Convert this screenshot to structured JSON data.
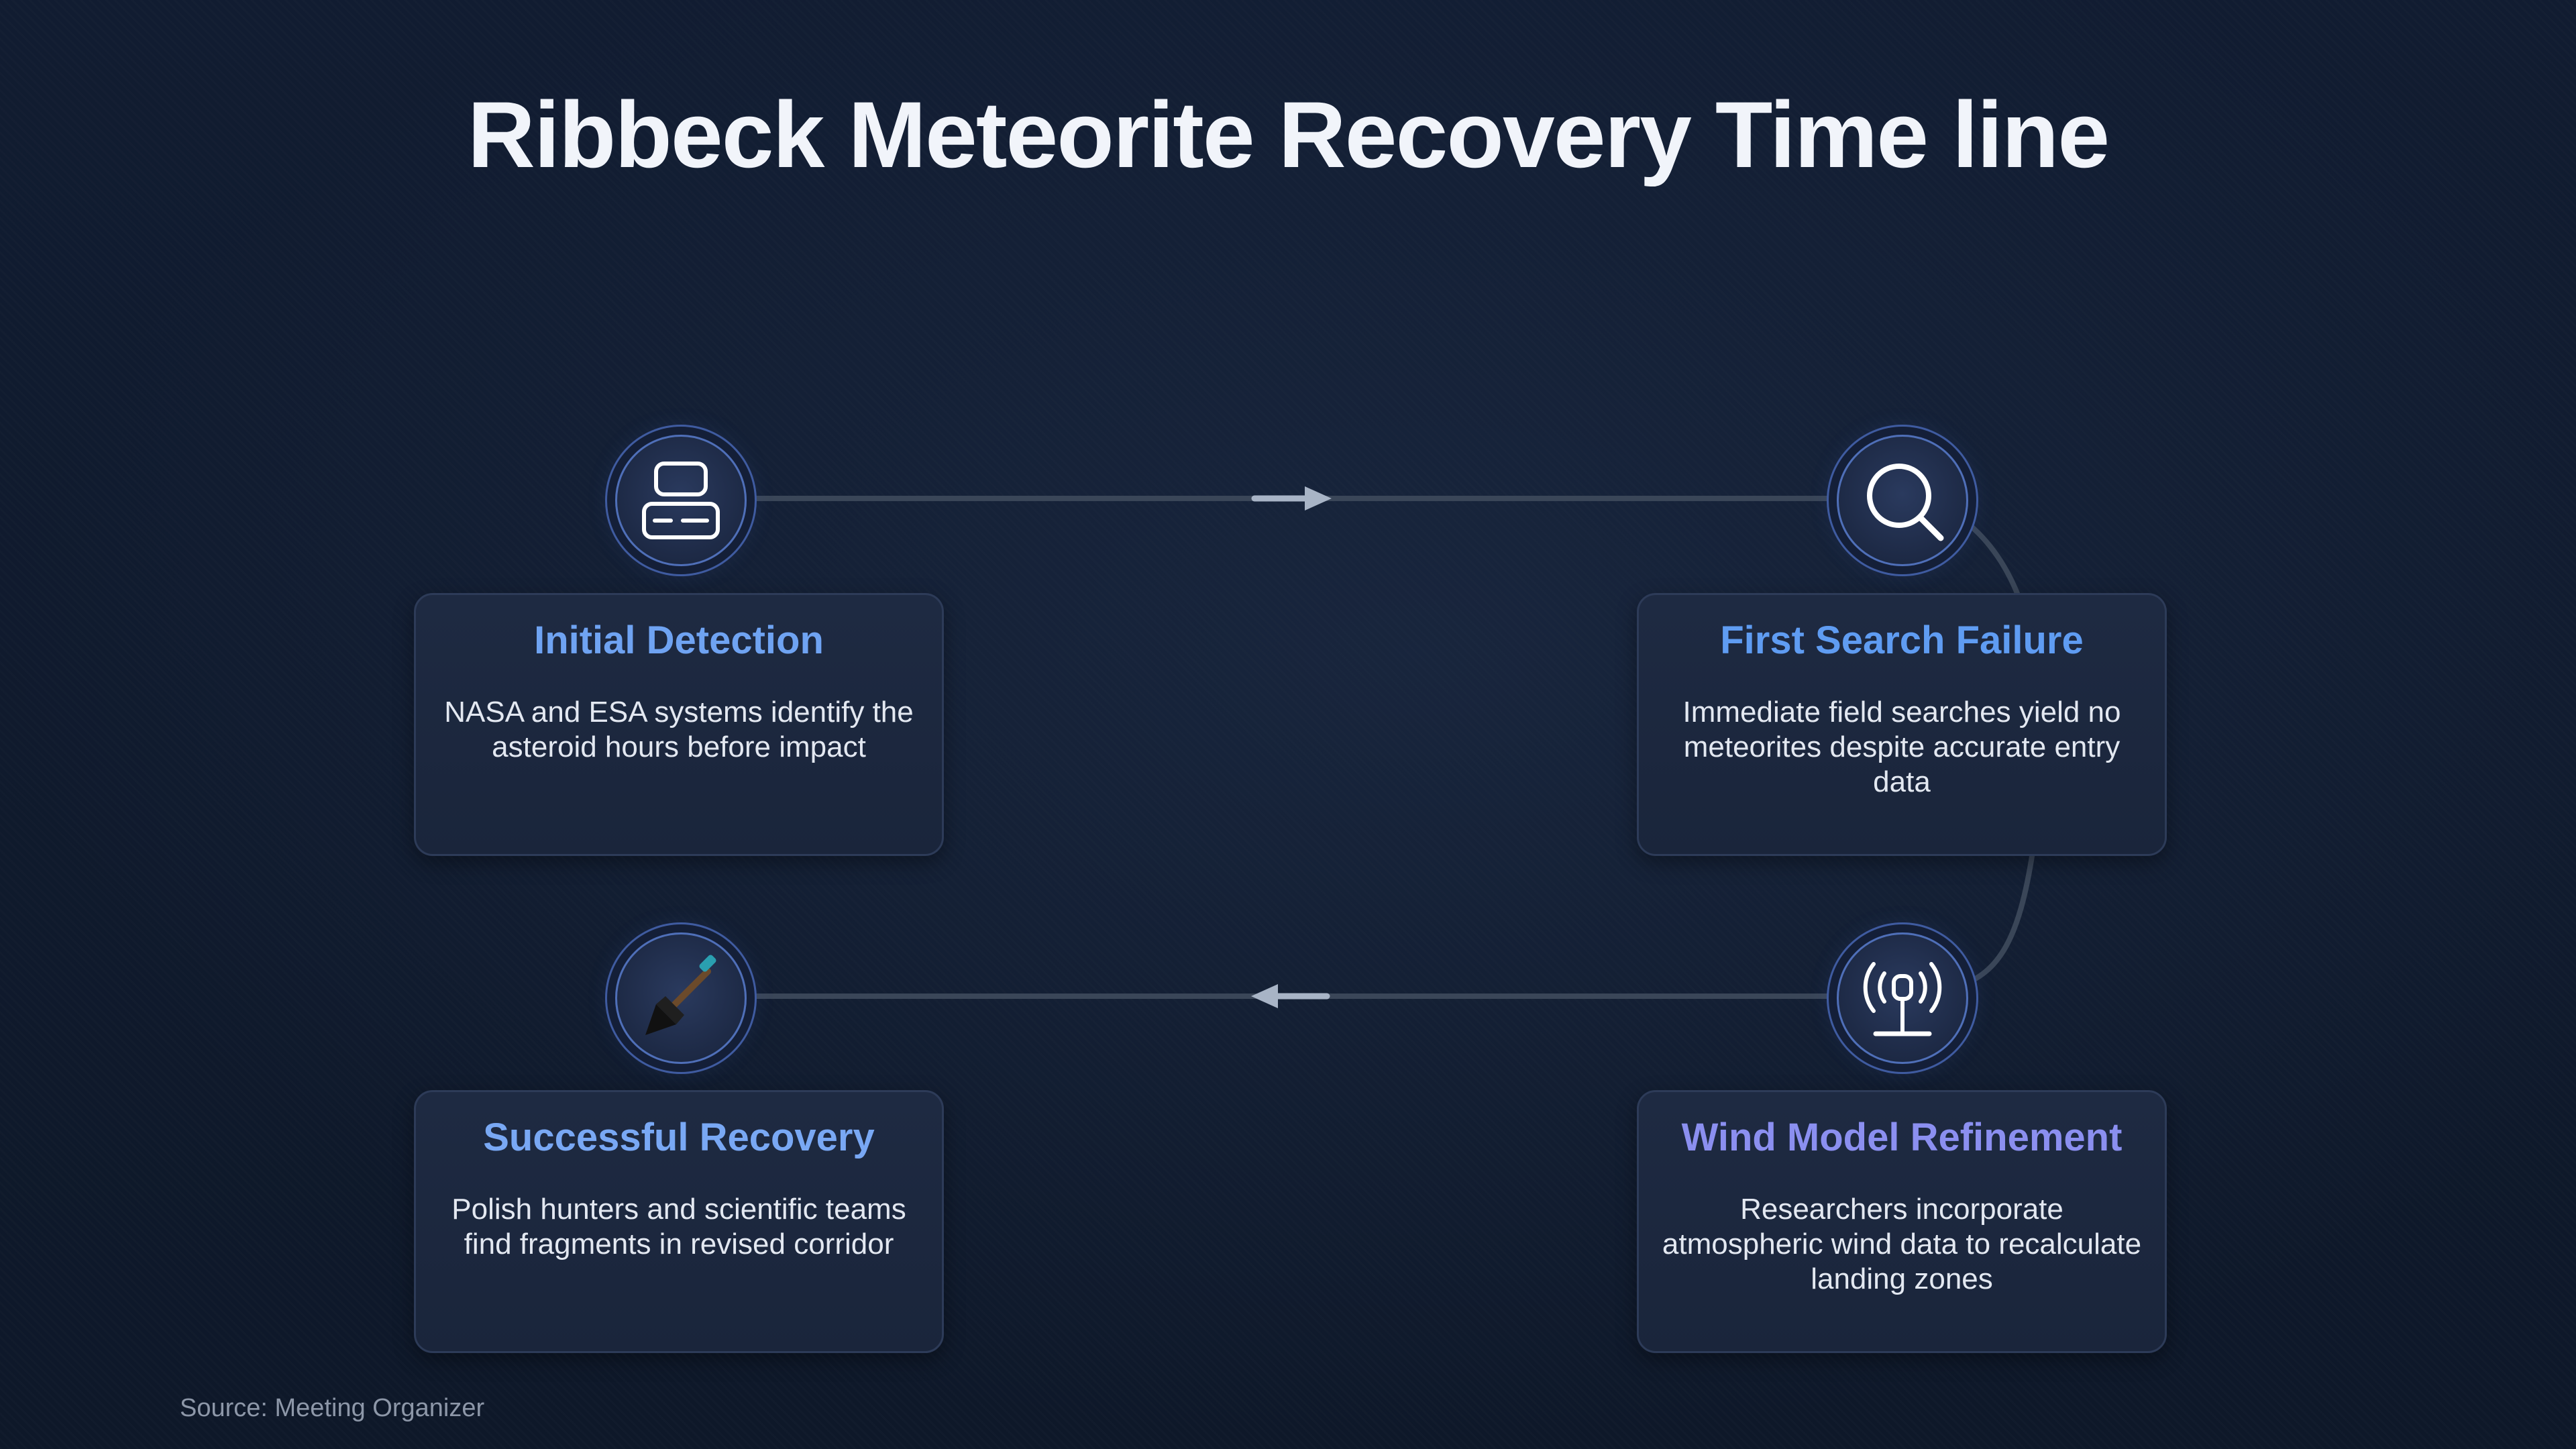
{
  "title": "Ribbeck Meteorite Recovery Time line",
  "source": "Source: Meeting Organizer",
  "colors": {
    "background": "#0f1a2e",
    "card": "#1e2a42",
    "card_border": "#2d3b58",
    "title_blue": "#6d9df0",
    "title_violet": "#8b8ff0",
    "connector": "#3a4658",
    "arrow": "#a8b4c6"
  },
  "steps": [
    {
      "title": "Initial Detection",
      "description": "NASA and ESA systems identify the asteroid hours before impact",
      "icon": "computer-icon",
      "title_color": "#6fa3f2"
    },
    {
      "title": "First Search Failure",
      "description": "Immediate field searches yield no meteorites despite accurate entry data",
      "icon": "magnifier-icon",
      "title_color": "#5f9cf2"
    },
    {
      "title": "Wind Model Refinement",
      "description": "Researchers incorporate atmospheric wind data to recalculate landing zones",
      "icon": "antenna-icon",
      "title_color": "#8b8ff0"
    },
    {
      "title": "Successful Recovery",
      "description": "Polish hunters and scientific teams find fragments in revised corridor",
      "icon": "shovel-icon",
      "title_color": "#79a8f4"
    }
  ]
}
